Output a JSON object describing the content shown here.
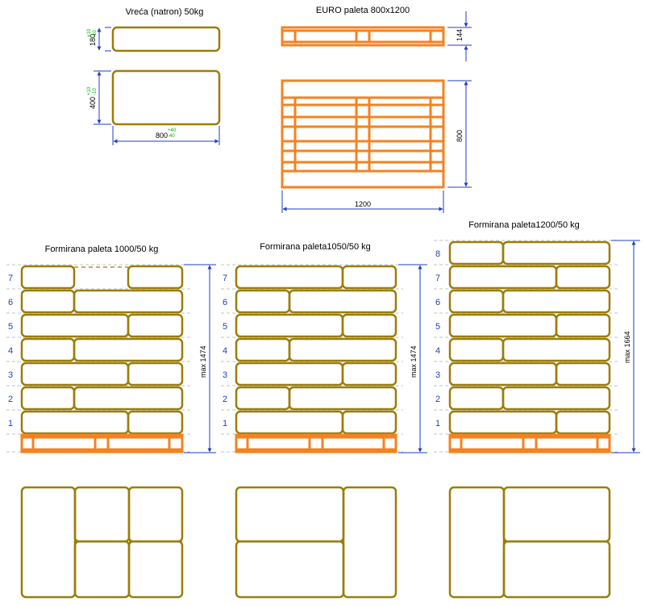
{
  "bag": {
    "title": "Vreća (natron) 50kg",
    "height_label": "180",
    "height_tol_plus": "+10",
    "height_tol_minus": "-10",
    "width_label": "400",
    "width_tol_plus": "+10",
    "width_tol_minus": "-10",
    "length_label": "800",
    "length_tol_plus": "+40",
    "length_tol_minus": "-40"
  },
  "euro_pallet": {
    "title": "EURO paleta 800x1200",
    "height_label": "144",
    "width_label": "800",
    "length_label": "1200"
  },
  "stacks": [
    {
      "title": "Formirana paleta 1000/50 kg",
      "max_label": "max 1474",
      "rows": [
        "7",
        "6",
        "5",
        "4",
        "3",
        "2",
        "1"
      ]
    },
    {
      "title": "Formirana  paleta1050/50 kg",
      "max_label": "max 1474",
      "rows": [
        "7",
        "6",
        "5",
        "4",
        "3",
        "2",
        "1"
      ]
    },
    {
      "title": "Formirana  paleta1200/50 kg",
      "max_label": "max 1664",
      "rows": [
        "8",
        "7",
        "6",
        "5",
        "4",
        "3",
        "2",
        "1"
      ]
    }
  ],
  "colors": {
    "bag": "#9a7d0a",
    "pallet": "#f58220",
    "dimension": "#1f3fbf",
    "tolerance": "#00b000"
  }
}
